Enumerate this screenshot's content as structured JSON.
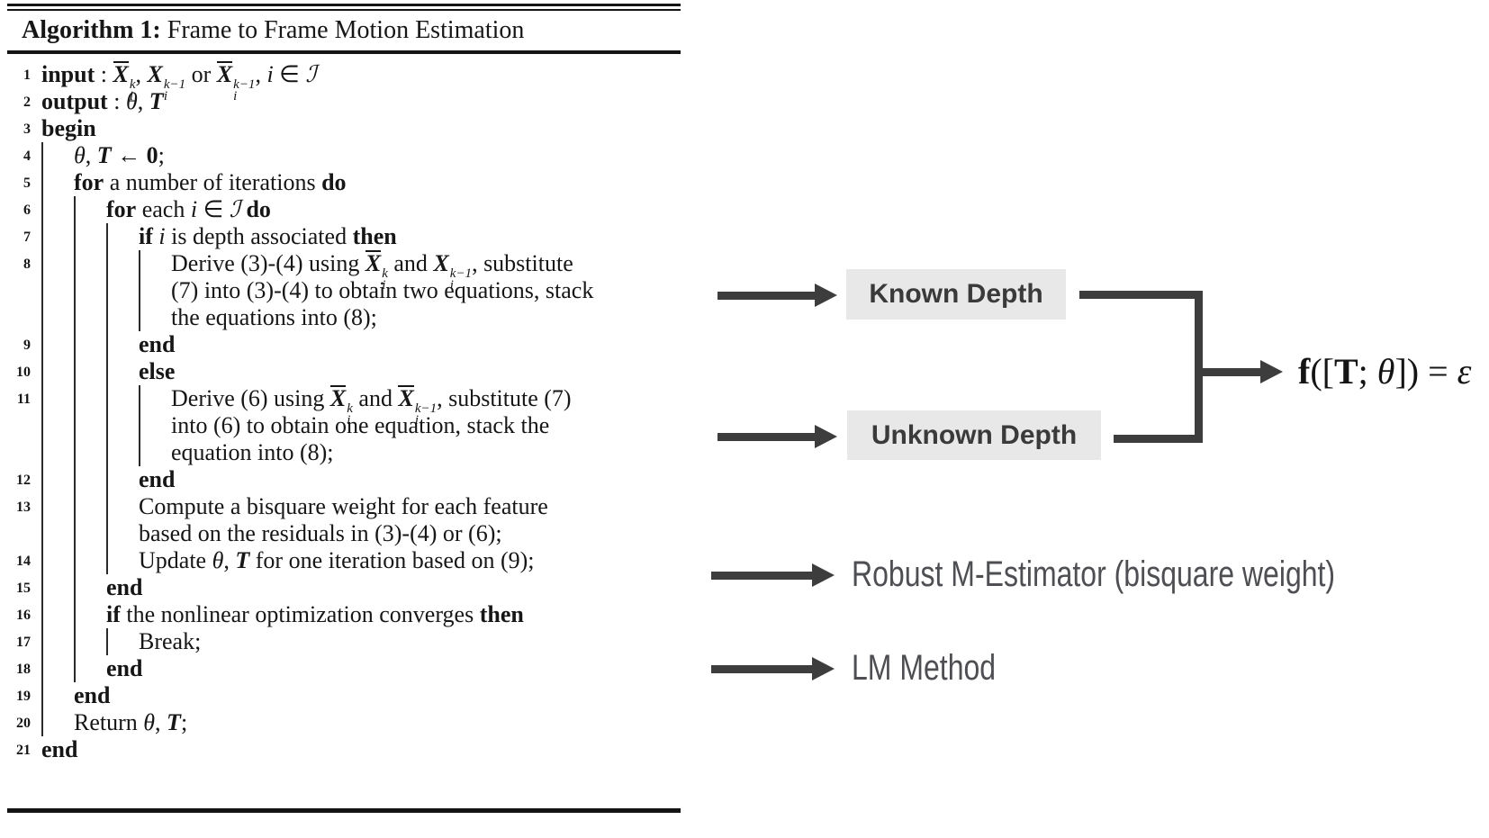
{
  "colors": {
    "arrow": "#3d3d3e",
    "box_bg": "#e8e8e8",
    "box_text": "#3a3a3b",
    "label_text": "#4e4f53",
    "text": "#161616"
  },
  "title": {
    "label": "Algorithm 1:",
    "text": " Frame to Frame Motion Estimation"
  },
  "algorithm": {
    "lines": [
      {
        "no": "1",
        "indent": 0,
        "rows": [
          [
            {
              "t": "input",
              "s": "kw"
            },
            {
              "t": " : "
            },
            {
              "t": "X",
              "s": "bi",
              "bar": true,
              "sup": "k",
              "sub": "i"
            },
            {
              "t": ", "
            },
            {
              "t": "X",
              "s": "bi",
              "sup": "k−1",
              "sub": "i"
            },
            {
              "t": " or "
            },
            {
              "t": "X",
              "s": "bi",
              "bar": true,
              "sup": "k−1",
              "sub": "i"
            },
            {
              "t": ", "
            },
            {
              "t": "i",
              "s": "i"
            },
            {
              "t": " ∈ "
            },
            {
              "t": "ℐ",
              "s": "scr"
            }
          ]
        ]
      },
      {
        "no": "2",
        "indent": 0,
        "rows": [
          [
            {
              "t": "output",
              "s": "kw"
            },
            {
              "t": " : "
            },
            {
              "t": "θ",
              "s": "i"
            },
            {
              "t": ", "
            },
            {
              "t": "T",
              "s": "bi"
            }
          ]
        ]
      },
      {
        "no": "3",
        "indent": 0,
        "rows": [
          [
            {
              "t": "begin",
              "s": "kw"
            }
          ]
        ]
      },
      {
        "no": "4",
        "indent": 1,
        "rows": [
          [
            {
              "t": "θ",
              "s": "i"
            },
            {
              "t": ", "
            },
            {
              "t": "T",
              "s": "bi"
            },
            {
              "t": " ← ",
              "s": "b"
            },
            {
              "t": "0",
              "s": "b"
            },
            {
              "t": ";"
            }
          ]
        ]
      },
      {
        "no": "5",
        "indent": 1,
        "rows": [
          [
            {
              "t": "for",
              "s": "kw"
            },
            {
              "t": " a number of iterations "
            },
            {
              "t": "do",
              "s": "kw"
            }
          ]
        ]
      },
      {
        "no": "6",
        "indent": 2,
        "rows": [
          [
            {
              "t": "for",
              "s": "kw"
            },
            {
              "t": " each "
            },
            {
              "t": "i",
              "s": "i"
            },
            {
              "t": " ∈ "
            },
            {
              "t": "ℐ",
              "s": "scr"
            },
            {
              "t": " "
            },
            {
              "t": "do",
              "s": "kw"
            }
          ]
        ]
      },
      {
        "no": "7",
        "indent": 3,
        "rows": [
          [
            {
              "t": "if",
              "s": "kw"
            },
            {
              "t": " "
            },
            {
              "t": "i",
              "s": "i"
            },
            {
              "t": " is depth associated "
            },
            {
              "t": "then",
              "s": "kw"
            }
          ]
        ]
      },
      {
        "no": "8",
        "indent": 4,
        "rows": [
          [
            {
              "t": "Derive (3)-(4) using "
            },
            {
              "t": "X",
              "s": "bi",
              "bar": true,
              "sup": "k",
              "sub": "i"
            },
            {
              "t": " and "
            },
            {
              "t": "X",
              "s": "bi",
              "sup": "k−1",
              "sub": "i"
            },
            {
              "t": ", substitute"
            }
          ],
          [
            {
              "t": "(7) into (3)-(4) to obtain two equations, stack"
            }
          ],
          [
            {
              "t": "the equations into (8);"
            }
          ]
        ]
      },
      {
        "no": "9",
        "indent": 3,
        "rows": [
          [
            {
              "t": "end",
              "s": "kw"
            }
          ]
        ]
      },
      {
        "no": "10",
        "indent": 3,
        "rows": [
          [
            {
              "t": "else",
              "s": "kw"
            }
          ]
        ]
      },
      {
        "no": "11",
        "indent": 4,
        "rows": [
          [
            {
              "t": "Derive (6) using "
            },
            {
              "t": "X",
              "s": "bi",
              "bar": true,
              "sup": "k",
              "sub": "i"
            },
            {
              "t": " and "
            },
            {
              "t": "X",
              "s": "bi",
              "bar": true,
              "sup": "k−1",
              "sub": "i"
            },
            {
              "t": ", substitute (7)"
            }
          ],
          [
            {
              "t": "into (6) to obtain one equation, stack the"
            }
          ],
          [
            {
              "t": "equation into (8);"
            }
          ]
        ]
      },
      {
        "no": "12",
        "indent": 3,
        "rows": [
          [
            {
              "t": "end",
              "s": "kw"
            }
          ]
        ]
      },
      {
        "no": "13",
        "indent": 3,
        "rows": [
          [
            {
              "t": "Compute a bisquare weight for each feature"
            }
          ],
          [
            {
              "t": "based on the residuals in (3)-(4) or (6);"
            }
          ]
        ]
      },
      {
        "no": "14",
        "indent": 3,
        "rows": [
          [
            {
              "t": "Update "
            },
            {
              "t": "θ",
              "s": "i"
            },
            {
              "t": ", "
            },
            {
              "t": "T",
              "s": "bi"
            },
            {
              "t": " for one iteration based on (9);"
            }
          ]
        ]
      },
      {
        "no": "15",
        "indent": 2,
        "rows": [
          [
            {
              "t": "end",
              "s": "kw"
            }
          ]
        ]
      },
      {
        "no": "16",
        "indent": 2,
        "rows": [
          [
            {
              "t": "if",
              "s": "kw"
            },
            {
              "t": " the nonlinear optimization converges "
            },
            {
              "t": "then",
              "s": "kw"
            }
          ]
        ]
      },
      {
        "no": "17",
        "indent": 3,
        "rows": [
          [
            {
              "t": "Break;"
            }
          ]
        ]
      },
      {
        "no": "18",
        "indent": 2,
        "rows": [
          [
            {
              "t": "end",
              "s": "kw"
            }
          ]
        ]
      },
      {
        "no": "19",
        "indent": 1,
        "rows": [
          [
            {
              "t": "end",
              "s": "kw"
            }
          ]
        ]
      },
      {
        "no": "20",
        "indent": 1,
        "rows": [
          [
            {
              "t": "Return "
            },
            {
              "t": "θ",
              "s": "i"
            },
            {
              "t": ", "
            },
            {
              "t": "T",
              "s": "bi"
            },
            {
              "t": ";"
            }
          ]
        ]
      },
      {
        "no": "21",
        "indent": 0,
        "rows": [
          [
            {
              "t": "end",
              "s": "kw"
            }
          ]
        ]
      }
    ]
  },
  "annotations": {
    "known_depth": "Known Depth",
    "unknown_depth": "Unknown Depth",
    "robust": "Robust M-Estimator (bisquare weight)",
    "lm": "LM Method",
    "formula": {
      "segments": [
        {
          "t": "f",
          "s": "b"
        },
        {
          "t": "([",
          "s": "n"
        },
        {
          "t": "T",
          "s": "b"
        },
        {
          "t": "; ",
          "s": "n"
        },
        {
          "t": "θ",
          "s": "i"
        },
        {
          "t": "])",
          "s": "n"
        },
        {
          "t": " = ",
          "s": "n"
        },
        {
          "t": "ε",
          "s": "i"
        }
      ],
      "plain": "f([T; θ]) = ε"
    }
  }
}
